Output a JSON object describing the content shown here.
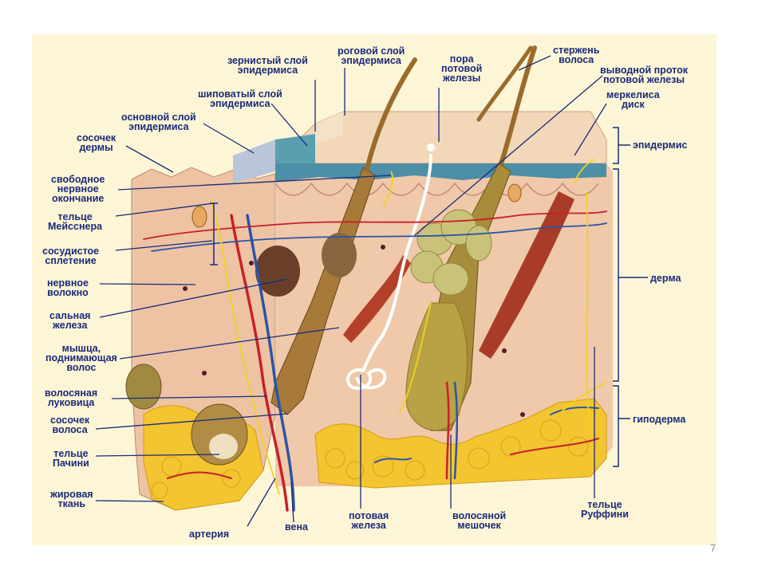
{
  "labels": {
    "zernisty": "зернистый слой\nэпидермиса",
    "rogovoy": "роговой слой\nэпидермиса",
    "pora": "пора\nпотовой\nжелезы",
    "sterzhen": "стержень\nволоса",
    "vyvodnoy": "выводной проток\nпотовой железы",
    "merkel": "меркелиса\nдиск",
    "shipovaty": "шиповатый слой\nэпидермиса",
    "osnovnoy": "основной слой\nэпидермиса",
    "sosochek_dermy": "сосочек\nдермы",
    "svobodnoe": "свободное\nнервное\nокончание",
    "meissner": "тельце\nМейсснера",
    "sosudistoe": "сосудистое\nсплетение",
    "nervnoe": "нервное\nволокно",
    "salnaya": "сальная\nжелеза",
    "myshtsa": "мышца,\nподнимающая\nволос",
    "lukovitsa": "волосяная\nлуковица",
    "sosochek_volosa": "сосочек\nволоса",
    "pachini": "тельце\nПачини",
    "zhirovaya": "жировая\nткань",
    "arteriya": "артерия",
    "vena": "вена",
    "potovaya": "потовая\nжелеза",
    "meshochek": "волосяной\nмешочек",
    "ruffini": "тельце\nРуффини",
    "epidermis": "эпидермис",
    "derma": "дерма",
    "gipoderma": "гиподерма"
  },
  "page_number": "7",
  "colors": {
    "label_text": "#1b2a7a",
    "slide_background": "#fdf6d6",
    "skin": "#efc9a9",
    "epidermis_top": "#f2d7b8",
    "granular_layer": "#5a9fb0",
    "fat": "#f2c531",
    "artery": "#c8202a",
    "vein": "#2a55a8",
    "nerve": "#f3d21c",
    "hair": "#9a6b2a",
    "muscle": "#b4402a"
  }
}
